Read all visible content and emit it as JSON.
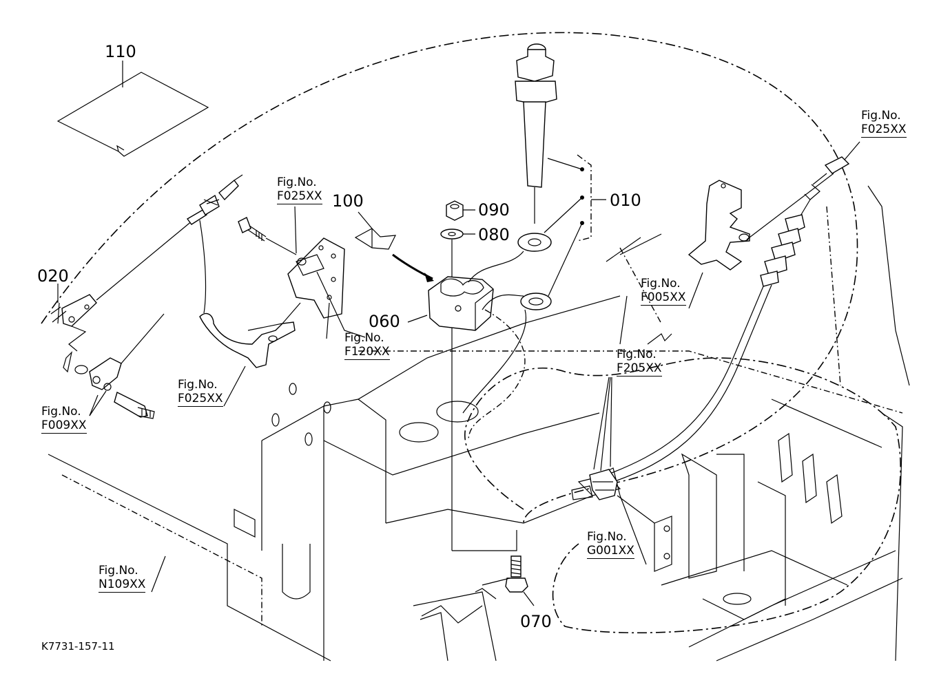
{
  "parts": {
    "p110": "110",
    "p100": "100",
    "p090": "090",
    "p080": "080",
    "p010": "010",
    "p020": "020",
    "p060": "060",
    "p070": "070"
  },
  "figrefs": {
    "head": "Fig.No.",
    "f025_top_right": "F025XX",
    "f025_bracket": "F025XX",
    "f005": "F005XX",
    "f120": "F120XX",
    "f025_pedal": "F025XX",
    "f205": "F205XX",
    "f009": "F009XX",
    "g001": "G001XX",
    "n109": "N109XX"
  },
  "doc_ref": "K7731-157-11"
}
